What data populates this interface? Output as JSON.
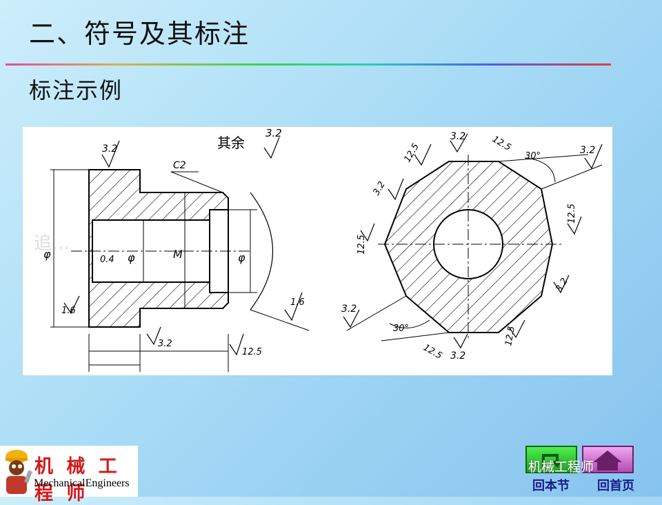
{
  "slide": {
    "title": "二、符号及其标注",
    "subtitle": "标注示例"
  },
  "drawing": {
    "left_view": {
      "general_note": "其余",
      "general_roughness": "3.2",
      "chamfer": "C2",
      "dim_diameter": "φ",
      "dim_thread": "M",
      "roughness_labels": [
        "3.2",
        "0.4",
        "1.6",
        "3.2",
        "12.5",
        "1.6"
      ]
    },
    "right_view": {
      "roughness_labels": [
        "12.5",
        "3.2",
        "12.5",
        "3.2",
        "3.2",
        "12.5",
        "12.5",
        "3.2",
        "3.2",
        "12.5",
        "12.5",
        "3.2"
      ],
      "angle_labels": [
        "30°",
        "30°"
      ]
    },
    "watermark": "追…"
  },
  "logo": {
    "chinese": "机 械 工 程 师",
    "english": "MechanicalEngineers"
  },
  "nav": {
    "back_section": "回本节",
    "back_home": "回首页"
  },
  "wechat_watermark": "机械工程师",
  "colors": {
    "background": "#a9dcf6",
    "back_button": "#2ec42e",
    "home_button": "#d47bd4",
    "logo_red": "#d31a1a"
  }
}
